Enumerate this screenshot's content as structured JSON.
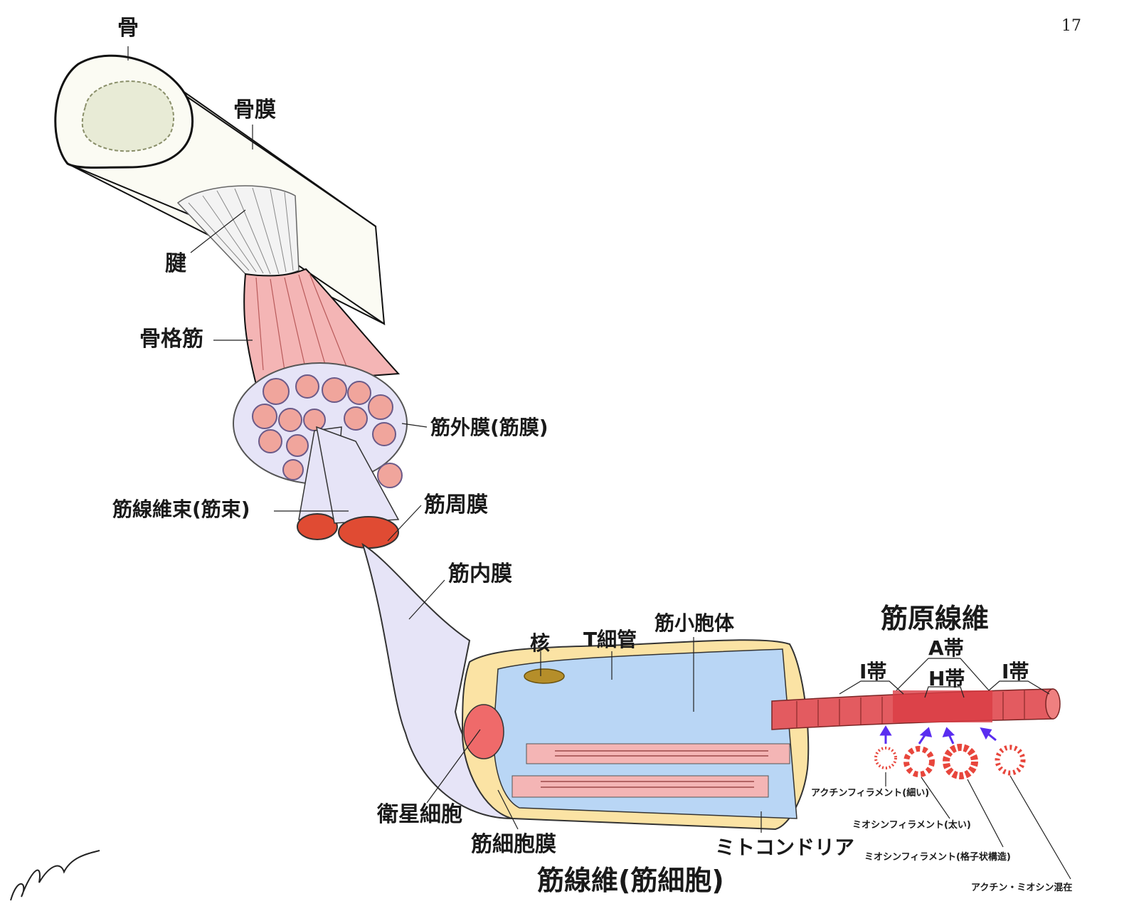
{
  "page_number": "17",
  "labels": {
    "bone": "骨",
    "periosteum": "骨膜",
    "tendon": "腱",
    "skeletal_muscle": "骨格筋",
    "epimysium": "筋外膜(筋膜)",
    "fascicle": "筋線維束(筋束)",
    "perimysium": "筋周膜",
    "endomysium": "筋内膜",
    "nucleus": "核",
    "t_tubule": "T細管",
    "sarcoplasmic_reticulum": "筋小胞体",
    "myofibril": "筋原線維",
    "a_band": "A帯",
    "h_band": "H帯",
    "i_band_left": "I帯",
    "i_band_right": "I帯",
    "satellite_cell": "衛星細胞",
    "sarcolemma": "筋細胞膜",
    "mitochondria": "ミトコンドリア",
    "muscle_fiber": "筋線維(筋細胞)",
    "actin_filament": "アクチンフィラメント(細い)",
    "myosin_filament": "ミオシンフィラメント(太い)",
    "myosin_lattice": "ミオシンフィラメント(格子状構造)",
    "actin_myosin_mix": "アクチン・ミオシン混在"
  },
  "colors": {
    "bone_fill": "#fbfbf3",
    "marrow": "#e8ebd6",
    "muscle_pink": "#f4b5b5",
    "sheath_lavender": "#e6e4f7",
    "bundle_red": "#e04b33",
    "fiber_yellow": "#fbe3a4",
    "cell_blue": "#b9d6f5",
    "myofibril_red": "#e35b60",
    "arrow_blue": "#5a2df0"
  }
}
